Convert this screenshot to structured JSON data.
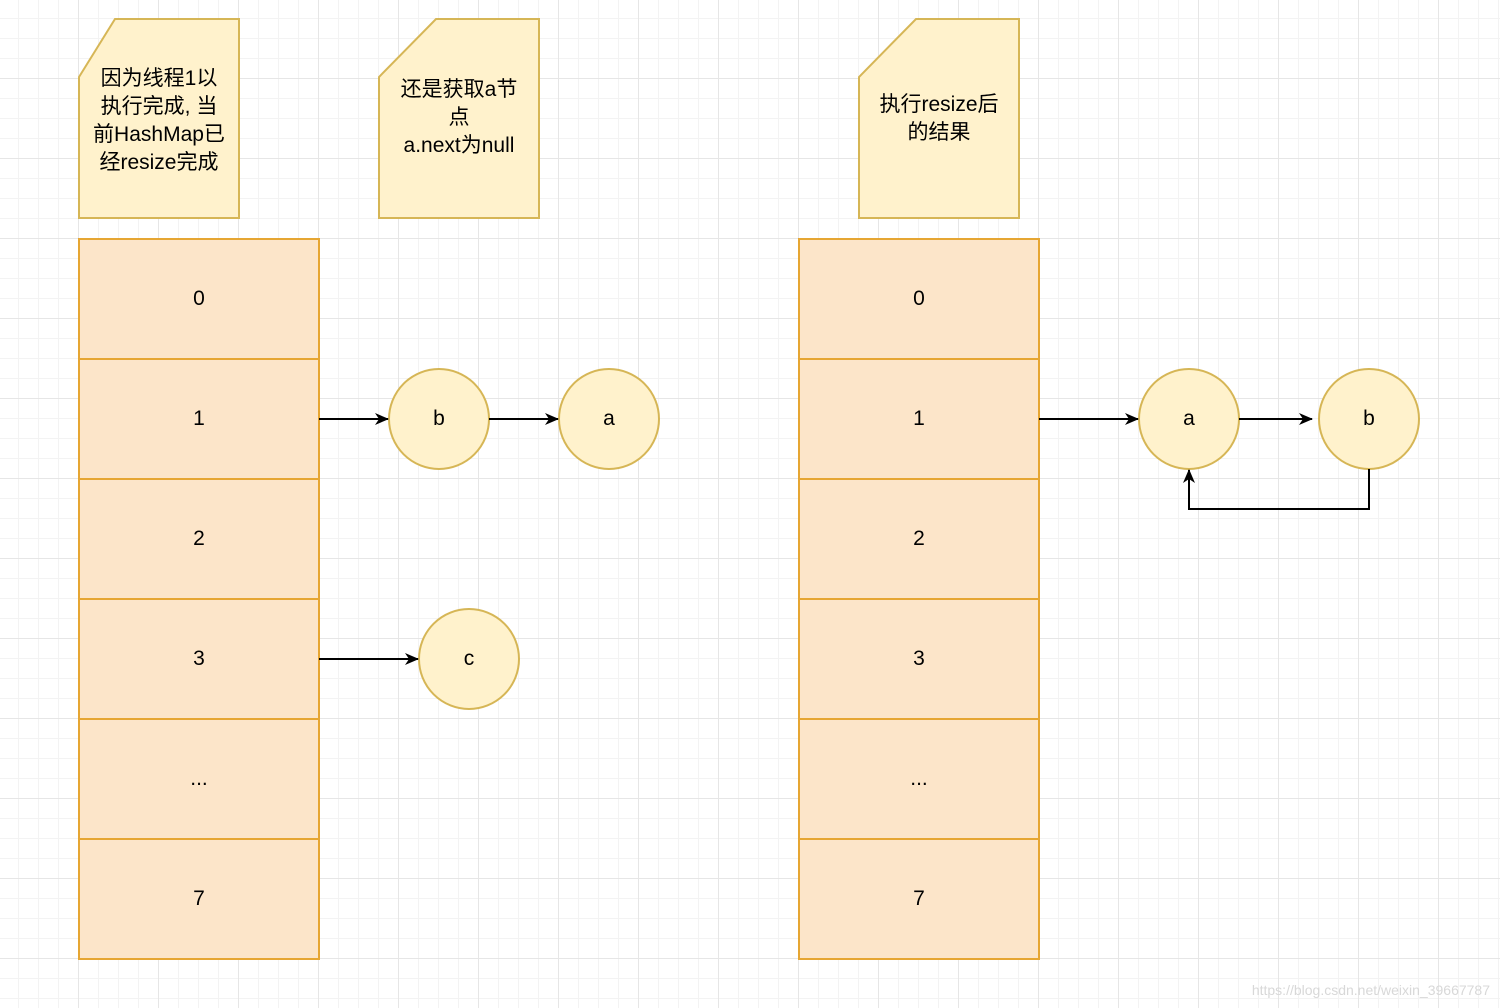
{
  "notes": [
    {
      "text": "因为线程1以\n执行完成, 当\n前HashMap已\n经resize完成"
    },
    {
      "text": "还是获取a节\n点\na.next为null"
    },
    {
      "text": "执行resize后\n的结果"
    }
  ],
  "left_array": {
    "cells": [
      "0",
      "1",
      "2",
      "3",
      "...",
      "7"
    ]
  },
  "right_array": {
    "cells": [
      "0",
      "1",
      "2",
      "3",
      "...",
      "7"
    ]
  },
  "left_nodes": {
    "b": "b",
    "a": "a",
    "c": "c"
  },
  "right_nodes": {
    "a": "a",
    "b": "b"
  },
  "watermark": "https://blog.csdn.net/weixin_39667787",
  "colors": {
    "note_fill": "#fff2cc",
    "note_stroke": "#d6b656",
    "cell_fill": "#fce5c9",
    "cell_stroke": "#e6a633",
    "node_fill": "#fff2cc",
    "node_stroke": "#d6b656",
    "arrow": "#000000"
  }
}
